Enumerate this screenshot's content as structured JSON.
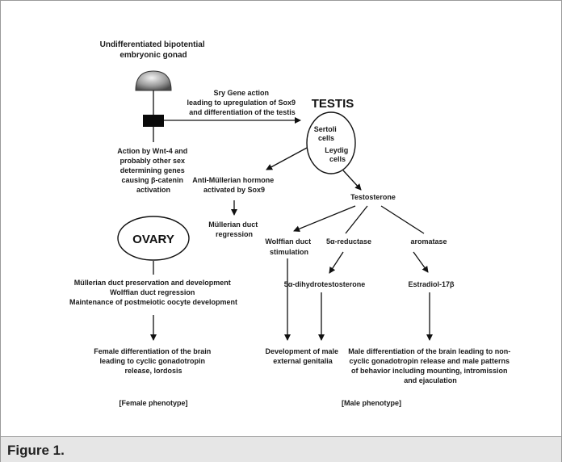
{
  "caption": "Figure 1.",
  "nodes": {
    "gonad_title": [
      "Undifferentiated bipotential",
      "embryonic gonad"
    ],
    "sry": [
      "Sry Gene action",
      "leading to upregulation of Sox9",
      "and differentiation of the testis"
    ],
    "testis": "TESTIS",
    "sertoli": [
      "Sertoli",
      "cells"
    ],
    "leydig": [
      "Leydig",
      "cells"
    ],
    "wnt": [
      "Action by Wnt-4 and",
      "probably other sex",
      "determining genes",
      "causing β-catenin",
      "activation"
    ],
    "amh": [
      "Anti-Müllerian hormone",
      "activated by Sox9"
    ],
    "mullerian_regression": [
      "Müllerian duct",
      "regression"
    ],
    "testosterone": "Testosterone",
    "ovary": "OVARY",
    "wolffian_stim": [
      "Wolffian duct",
      "stimulation"
    ],
    "reductase": "5α-reductase",
    "aromatase": "aromatase",
    "dht": "5α-dihydrotestosterone",
    "estradiol": "Estradiol-17β",
    "mullerian_preservation": [
      "Müllerian duct preservation and development",
      "Wolffian duct regression",
      "Maintenance of postmeiotic oocyte development"
    ],
    "female_brain": [
      "Female differentiation of the brain",
      "leading to cyclic gonadotropin",
      "release, lordosis"
    ],
    "male_genitalia": [
      "Development of male",
      "external genitalia"
    ],
    "male_brain": [
      "Male differentiation of the brain leading to non-",
      "cyclic gonadotropin release and male patterns",
      "of behavior including mounting, intromission",
      "and ejaculation"
    ],
    "female_phenotype": "[Female phenotype]",
    "male_phenotype": "[Male phenotype]"
  }
}
